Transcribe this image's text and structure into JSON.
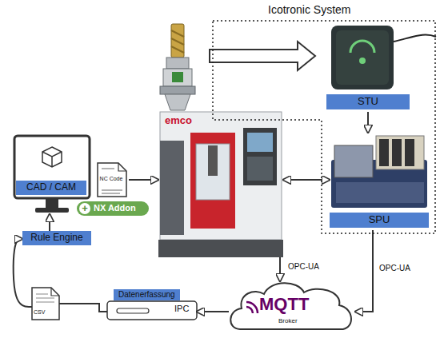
{
  "diagram": {
    "nodes": [
      {
        "text": [
          "Icotronic System"
        ]
      },
      {
        "text": [
          "STU"
        ],
        "in": 0
      },
      {
        "text": [
          "SPU"
        ],
        "in": 0
      },
      {
        "text": [
          "CAD / CAM"
        ]
      },
      {
        "text": [
          "+",
          "NX Addon"
        ]
      },
      {
        "text": [
          "NC Code"
        ]
      },
      {
        "text": [
          "emco"
        ]
      },
      {
        "text": [
          "MQTT",
          "Broker"
        ]
      },
      {
        "text": [
          "Datenerfassung",
          "IPC"
        ]
      },
      {
        "text": [
          "CSV"
        ]
      },
      {
        "text": [
          "Rule Engine"
        ]
      }
    ],
    "edges": [
      {
        "from": 1,
        "to": 2,
        "arrow": "to"
      },
      {
        "from": 5,
        "to": 6,
        "arrow": "to"
      },
      {
        "from": 6,
        "to": 2,
        "arrow": "both"
      },
      {
        "from": 6,
        "to": 7,
        "arrow": "to",
        "label": "OPC-UA"
      },
      {
        "from": 2,
        "to": 7,
        "arrow": "to",
        "label": "OPC-UA"
      },
      {
        "from": 7,
        "to": 8,
        "arrow": "to"
      },
      {
        "from": 8,
        "to": 9,
        "arrow": "none"
      },
      {
        "from": 9,
        "to": 10,
        "arrow": "to"
      },
      {
        "from": 10,
        "to": 3,
        "arrow": "to"
      }
    ]
  }
}
